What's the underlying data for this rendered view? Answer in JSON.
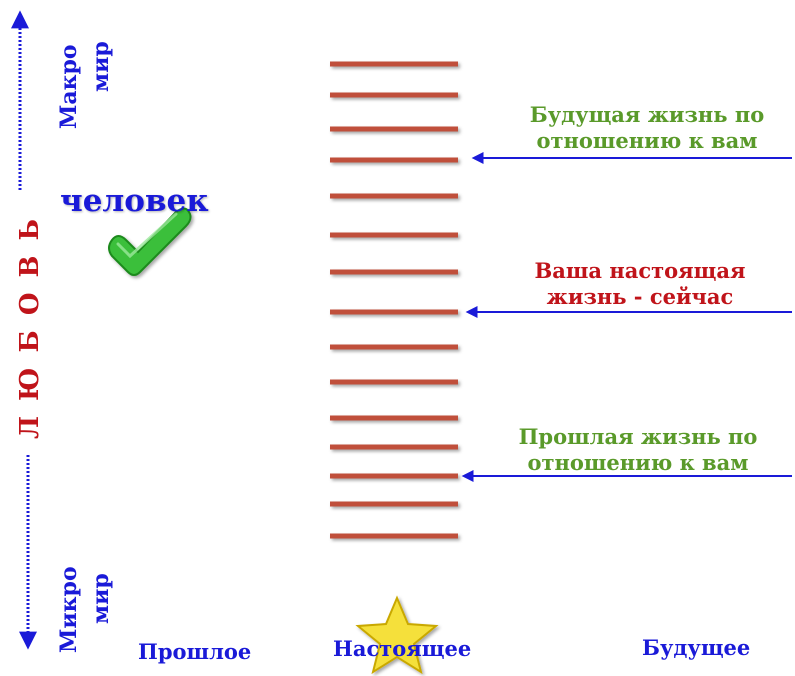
{
  "side_label": "Л Ю Б О В Ь",
  "macro_label": [
    "Макро",
    "мир"
  ],
  "micro_label": [
    "Микро",
    "мир"
  ],
  "person_label": "человек",
  "axis_labels": {
    "past": "Прошлое",
    "present": "Настоящее",
    "future": "Будущее"
  },
  "annotations": {
    "future_life": [
      "Будущая жизнь по",
      "отношению к вам"
    ],
    "present_life": [
      "Ваша настоящая",
      "жизнь - сейчас"
    ],
    "past_life": [
      "Прошлая жизнь по",
      "отношению к вам"
    ]
  },
  "colors": {
    "axis": "#c0141a",
    "rung": "#c0503a",
    "pointer": "#1a1ad8",
    "text_blue": "#1a1ad8",
    "text_green": "#5a9a2a",
    "text_red": "#c0141a",
    "check": "#3bbf3b",
    "star": "#f5e03a"
  }
}
